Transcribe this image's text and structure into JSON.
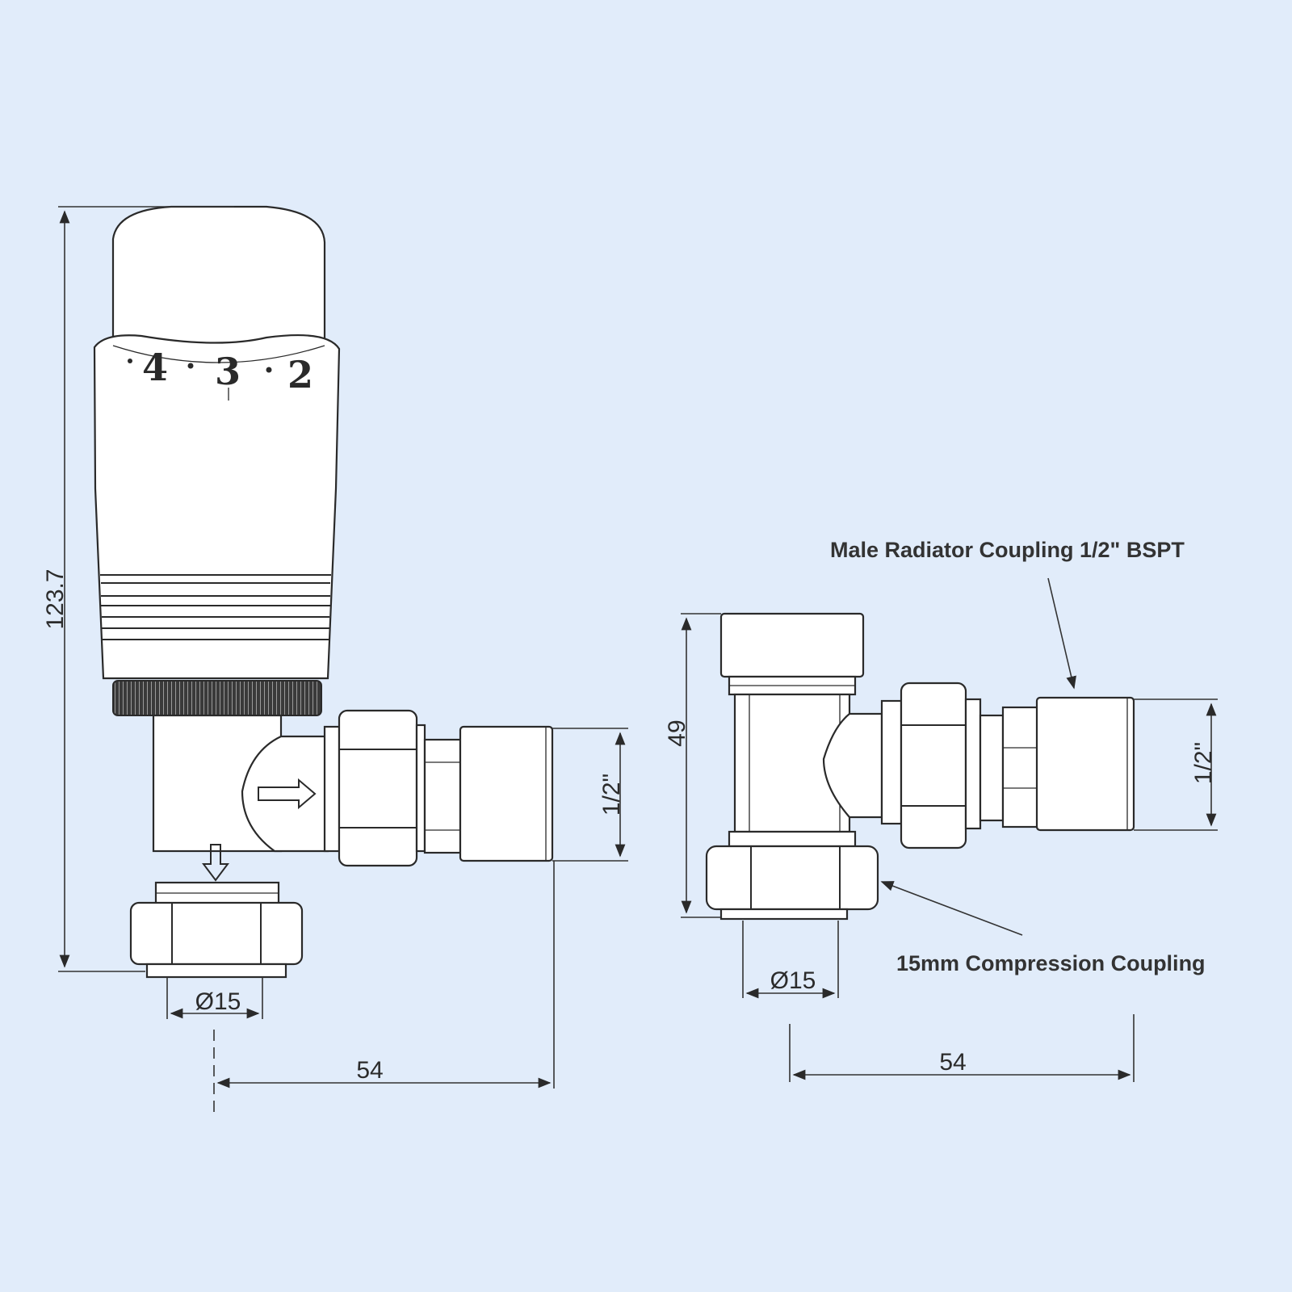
{
  "colors": {
    "background": "#e1ecfa",
    "line": "#2a2a2a",
    "fill": "#ffffff"
  },
  "front_view": {
    "dial_numbers": [
      "4",
      "3",
      "2"
    ],
    "dim_height": "123.7",
    "dim_thread": "1/2\"",
    "dim_pipe_diameter": "Ø15",
    "dim_width": "54"
  },
  "side_view": {
    "dim_height": "49",
    "dim_thread": "1/2\"",
    "dim_pipe_diameter": "Ø15",
    "dim_width": "54"
  },
  "callouts": {
    "radiator_coupling": "Male Radiator Coupling 1/2\" BSPT",
    "compression_coupling": "15mm Compression Coupling"
  }
}
